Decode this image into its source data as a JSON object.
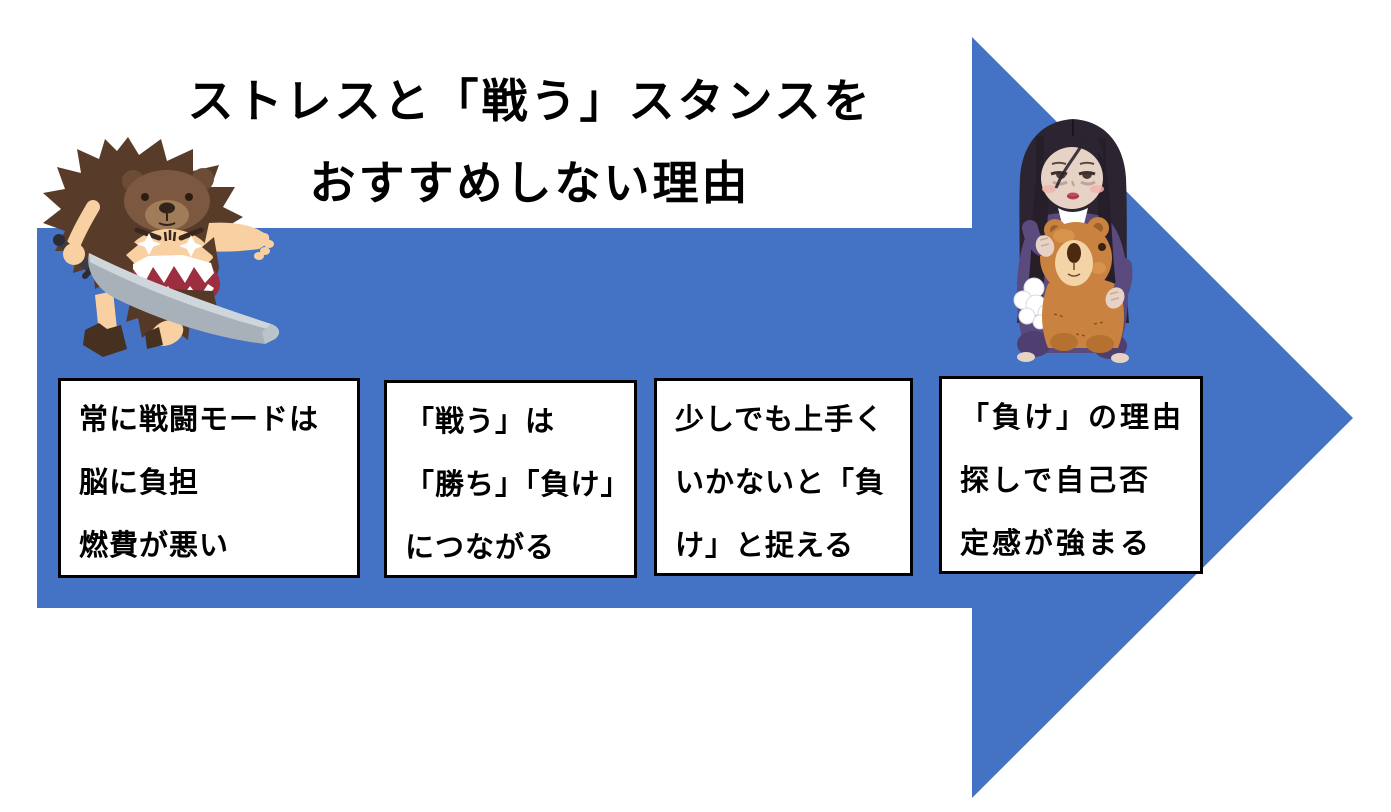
{
  "title": {
    "line1": "ストレスと「戦う」スタンスを",
    "line2": "おすすめしない理由"
  },
  "boxes": [
    {
      "lines": [
        "常に戦闘モードは",
        "脳に負担",
        "燃費が悪い"
      ]
    },
    {
      "lines": [
        "「戦う」は",
        "「勝ち」「負け」",
        "につながる"
      ]
    },
    {
      "lines": [
        "少しでも上手く",
        "いかないと「負",
        "け」と捉える"
      ]
    },
    {
      "lines": [
        "「負け」の理由",
        "探しで自己否",
        "定感が強まる"
      ]
    }
  ],
  "illustrations": {
    "left": "caveman-warrior-with-sword",
    "right": "sad-girl-hugging-teddy-bear"
  },
  "colors": {
    "arrow_blue": "#4472C4",
    "box_border": "#000000",
    "text": "#000000",
    "background": "#ffffff"
  }
}
